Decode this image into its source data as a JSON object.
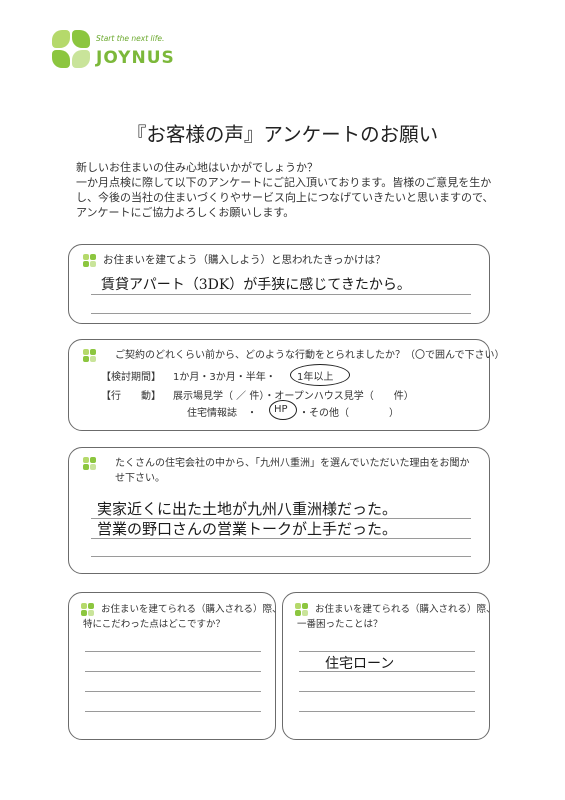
{
  "logo": {
    "tagline": "Start the next life.",
    "name": "JOYNUS"
  },
  "title": "『お客様の声』アンケートのお願い",
  "intro": [
    "新しいお住まいの住み心地はいかがでしょうか？",
    "一か月点検に際して以下のアンケートにご記入頂いております。皆様のご意見を生か",
    "し、今後の当社の住まいづくりやサービス向上につなげていきたいと思いますので、",
    "アンケートにご協力よろしくお願いします。"
  ],
  "q1": {
    "question": "お住まいを建てよう（購入しよう）と思われたきっかけは？",
    "answer": "賃貸アパート（3DK）が手狭に感じてきたから。"
  },
  "q2": {
    "question": "ご契約のどれくらい前から、どのような行動をとられましたか？（〇で囲んで下さい）",
    "period_label": "【検討期間】",
    "period_options": "1か月・3か月・半年・",
    "period_selected": "1年以上",
    "action_label": "【行　　動】",
    "action_row1": "展示場見学（ ／ 件）・オープンハウス見学（　　件）",
    "action_row2a": "住宅情報誌　・",
    "action_selected": "HP",
    "action_row2b": "・その他（　　　　）"
  },
  "q3": {
    "question_line1": "たくさんの住宅会社の中から、「九州八重洲」を選んでいただいた理由をお聞か",
    "question_line2": "せ下さい。",
    "answer_line1": "実家近くに出た土地が九州八重洲様だった。",
    "answer_line2": "営業の野口さんの営業トークが上手だった。"
  },
  "q4": {
    "question_line1": "お住まいを建てられる（購入される）際、",
    "question_line2": "特にこだわった点はどこですか？",
    "answer": ""
  },
  "q5": {
    "question_line1": "お住まいを建てられる（購入される）際、",
    "question_line2": "一番困ったことは？",
    "answer": "住宅ローン"
  }
}
